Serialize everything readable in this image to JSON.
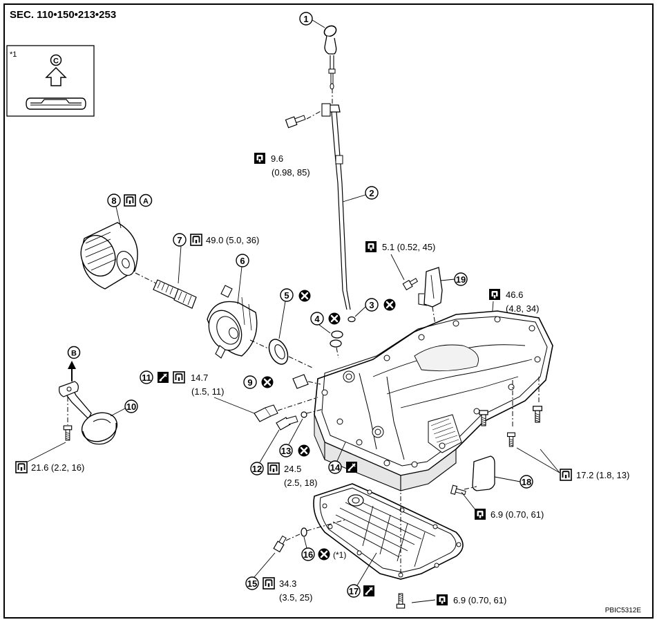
{
  "header": {
    "section": "SEC. 110•150•213•253"
  },
  "inset": {
    "note": "*1",
    "view_letter": "C"
  },
  "parts": [
    {
      "n": "1"
    },
    {
      "n": "2"
    },
    {
      "n": "3"
    },
    {
      "n": "4"
    },
    {
      "n": "5"
    },
    {
      "n": "6"
    },
    {
      "n": "7"
    },
    {
      "n": "8"
    },
    {
      "n": "9"
    },
    {
      "n": "10"
    },
    {
      "n": "11"
    },
    {
      "n": "12"
    },
    {
      "n": "13"
    },
    {
      "n": "14"
    },
    {
      "n": "15"
    },
    {
      "n": "16"
    },
    {
      "n": "17"
    },
    {
      "n": "18"
    },
    {
      "n": "19"
    }
  ],
  "refs": {
    "a": "A",
    "b": "B"
  },
  "torque": {
    "t1_l1": "9.6",
    "t1_l2": "(0.98, 85)",
    "t2": "5.1 (0.52, 45)",
    "t3": "49.0 (5.0, 36)",
    "t4_l1": "46.6",
    "t4_l2": "(4.8, 34)",
    "t5_l1": "14.7",
    "t5_l2": "(1.5, 11)",
    "t6_l1": "24.5",
    "t6_l2": "(2.5, 18)",
    "t7": "21.6 (2.2, 16)",
    "t8": "17.2 (1.8, 13)",
    "t9": "6.9 (0.70, 61)",
    "t10_l1": "34.3",
    "t10_l2": "(3.5, 25)",
    "t11": "6.9 (0.70, 61)"
  },
  "notes": {
    "n16": "(*1)"
  },
  "footer": {
    "code": "PBIC5312E"
  }
}
